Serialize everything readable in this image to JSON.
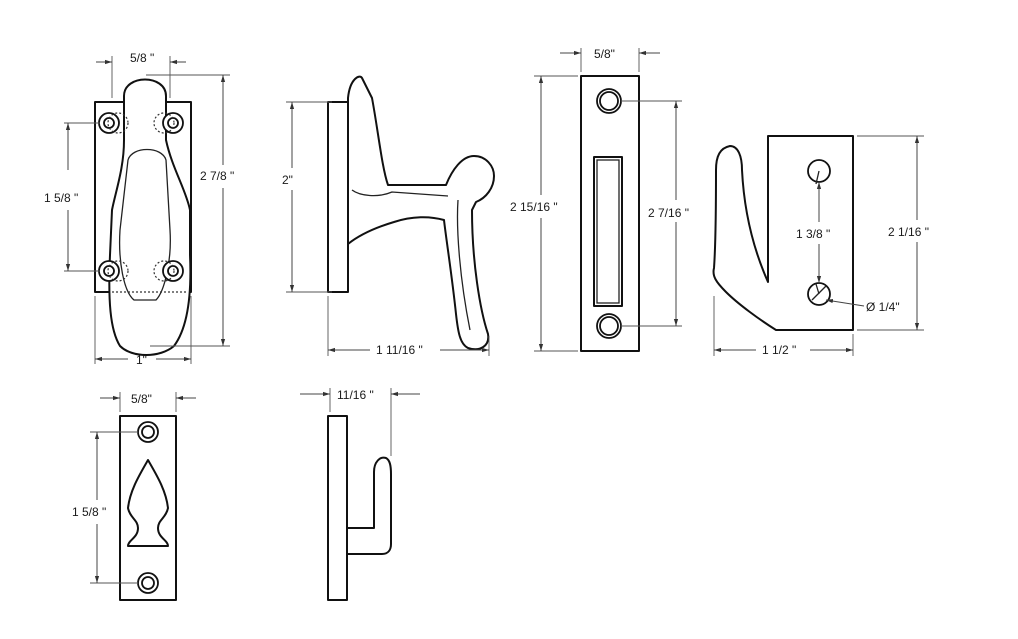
{
  "dimensions": {
    "handle_front_width": "5/8 \"",
    "handle_front_hole_spacing": "1 5/8 \"",
    "handle_front_height": "2 7/8 \"",
    "handle_front_base_width": "1\"",
    "handle_side_height": "2\"",
    "handle_side_depth": "1 11/16 \"",
    "strike_front_width": "5/8\"",
    "strike_front_height": "2 15/16 \"",
    "strike_front_hole_spacing": "2  7/16 \"",
    "keeper_side_height": "2  1/16 \"",
    "keeper_side_hole_spacing": "1 3/8 \"",
    "keeper_side_hole_diameter": "Ø 1/4\"",
    "keeper_side_width": "1 1/2 \"",
    "catch_plate_width": "5/8\"",
    "catch_plate_hole_spacing": "1 5/8 \"",
    "catch_side_depth": "11/16 \""
  },
  "colors": {
    "line": "#111111",
    "background": "#ffffff"
  }
}
